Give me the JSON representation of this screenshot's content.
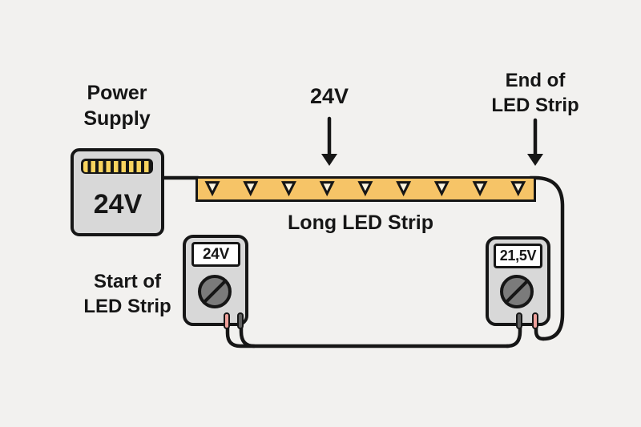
{
  "title": "LED strip voltage drop diagram",
  "colors": {
    "background": "#f2f1ef",
    "ink": "#161616",
    "strip_fill": "#f6c467",
    "led_triangle_fill": "#fbf4e0",
    "device_body_gray": "#d8d8d8",
    "display_white": "#ffffff",
    "dial_gray": "#7b7b7b",
    "probe_pink": "#f0a19b",
    "probe_dark": "#606060",
    "connector_yellow": "#f8d35e"
  },
  "labels": {
    "power_supply": "Power\nSupply",
    "psu_voltage": "24V",
    "input_voltage": "24V",
    "end_of_strip": "End of\nLED Strip",
    "long_led_strip": "Long LED Strip",
    "start_of_strip": "Start of\nLED Strip"
  },
  "led_strip": {
    "led_count": 9
  },
  "meters": [
    {
      "position": "start-of-strip",
      "reading": "24V"
    },
    {
      "position": "end-of-strip",
      "reading": "21,5V"
    }
  ]
}
